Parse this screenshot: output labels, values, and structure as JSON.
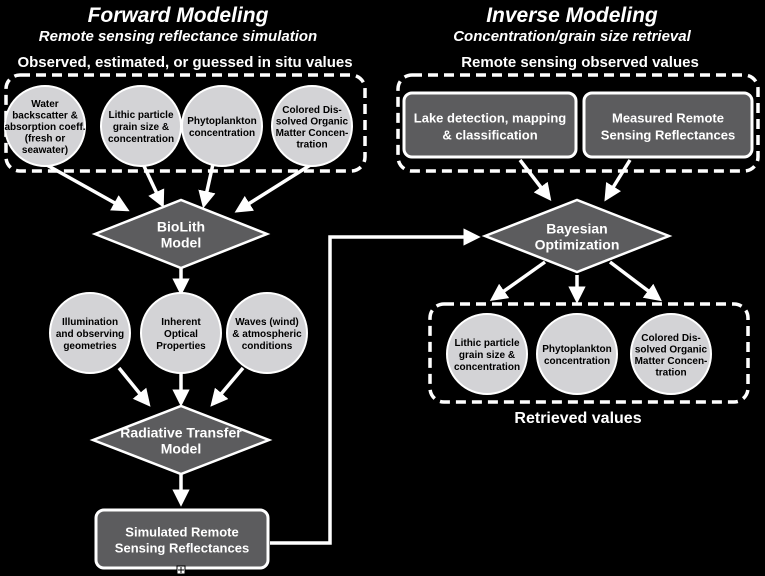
{
  "forward": {
    "title": "Forward Modeling",
    "subtitle": "Remote sensing reflectance simulation",
    "group_label": "Observed, estimated, or guessed in situ values",
    "inputs": [
      [
        "Water",
        "backscatter &",
        "absorption coeff.",
        "(fresh or",
        "seawater)"
      ],
      [
        "Lithic particle",
        "grain size &",
        "concentration"
      ],
      [
        "Phytoplankton",
        "concentration"
      ],
      [
        "Colored Dis-",
        "solved Organic",
        "Matter Concen-",
        "tration"
      ]
    ],
    "biolith": [
      "BioLith",
      "Model"
    ],
    "conditions": [
      [
        "Illumination",
        "and observing",
        "geometries"
      ],
      [
        "Inherent",
        "Optical",
        "Properties"
      ],
      [
        "Waves (wind)",
        "& atmospheric",
        "conditions"
      ]
    ],
    "rt_model": [
      "Radiative Transfer",
      "Model"
    ],
    "simulated": [
      "Simulated Remote",
      "Sensing Reflectances"
    ]
  },
  "inverse": {
    "title": "Inverse Modeling",
    "subtitle": "Concentration/grain size retrieval",
    "group_label": "Remote sensing observed values",
    "observed": [
      [
        "Lake detection, mapping",
        "& classification"
      ],
      [
        "Measured Remote",
        "Sensing Reflectances"
      ]
    ],
    "bayes": [
      "Bayesian",
      "Optimization"
    ],
    "retrieved": [
      [
        "Lithic particle",
        "grain size &",
        "concentration"
      ],
      [
        "Phytoplankton",
        "concentration"
      ],
      [
        "Colored Dis-",
        "solved Organic",
        "Matter Concen-",
        "tration"
      ]
    ],
    "retrieved_label": "Retrieved values"
  },
  "colors": {
    "background": "#000000",
    "circle_fill": "#d3d3d6",
    "shape_fill": "#5c5c5e",
    "stroke": "#ffffff"
  }
}
